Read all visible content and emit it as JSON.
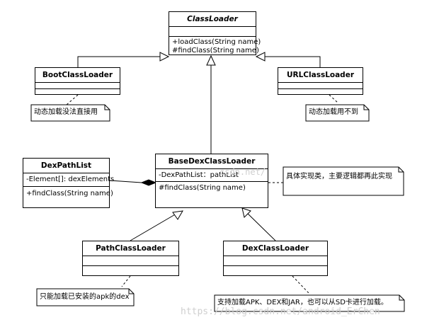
{
  "classes": {
    "classloader": {
      "name": "ClassLoader",
      "methods": [
        "+loadClass(String name)",
        "#findClass(String name)"
      ]
    },
    "bootclassloader": {
      "name": "BootClassLoader"
    },
    "urlclassloader": {
      "name": "URLClassLoader"
    },
    "basedexclassloader": {
      "name": "BaseDexClassLoader",
      "field": "-DexPathList：pathList",
      "method": "#findClass(String name)"
    },
    "dexpathlist": {
      "name": "DexPathList",
      "field": "-Element[]: dexElements",
      "method": "+findClass(String name)"
    },
    "pathclassloader": {
      "name": "PathClassLoader"
    },
    "dexclassloader": {
      "name": "DexClassLoader"
    }
  },
  "notes": {
    "boot": "动态加载没法直接用",
    "url": "动态加载用不到",
    "basedex": "具体实现类，主要逻辑都再此实现",
    "path": "只能加载已安装的apk的dex",
    "dex": "支持加载APK、DEX和JAR，也可以从SD卡进行加载。"
  },
  "watermark": {
    "bottom": "https://blog.csdn.net/android_ErChen",
    "middle": "csdn.net/"
  },
  "colors": {
    "line": "#000000",
    "note_fill": "#ffffff",
    "watermark": "#cfcfcf"
  }
}
